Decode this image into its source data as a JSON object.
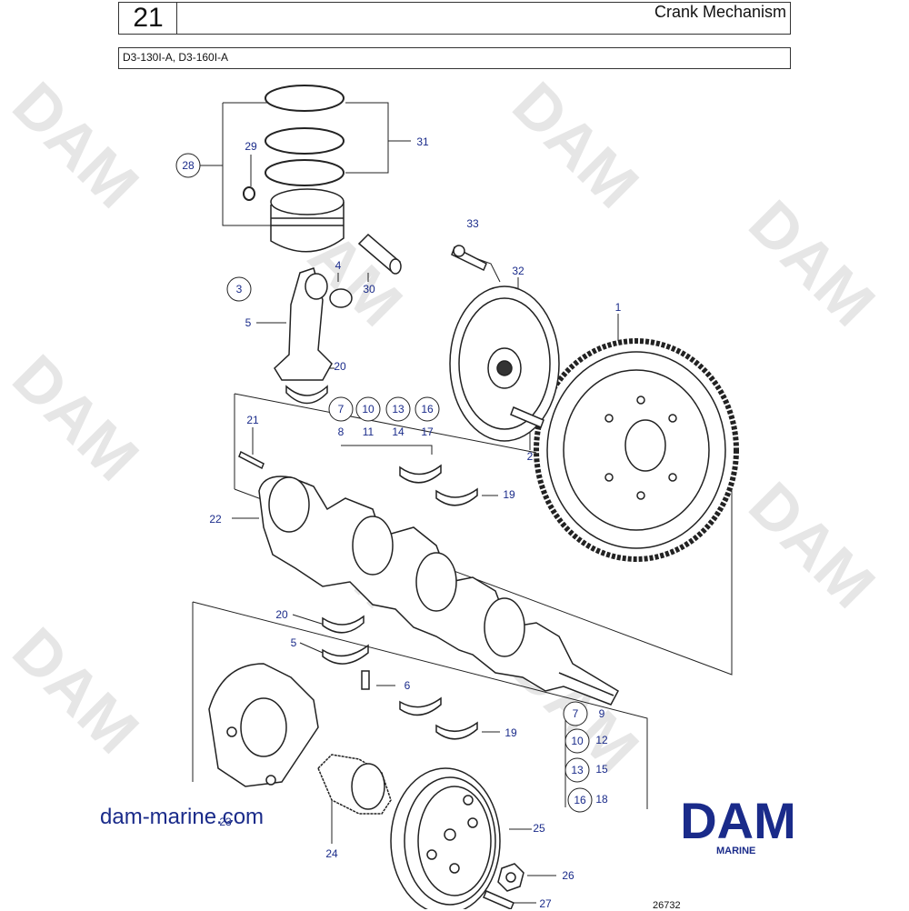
{
  "header": {
    "page_number": "21",
    "title": "Crank Mechanism",
    "models": "D3-130I-A, D3-160I-A"
  },
  "watermark": "DAM",
  "website": "dam-marine.com",
  "logo": {
    "main": "DAM",
    "sub": "MARINE",
    "color": "#1a2b8a"
  },
  "doc_number": "26732",
  "callouts": {
    "c1": "1",
    "c2": "2",
    "c3": "3",
    "c4": "4",
    "c5a": "5",
    "c5b": "5",
    "c6": "6",
    "c7a": "7",
    "c7b": "7",
    "c8": "8",
    "c9": "9",
    "c10a": "10",
    "c10b": "10",
    "c11": "11",
    "c12": "12",
    "c13a": "13",
    "c13b": "13",
    "c14": "14",
    "c15": "15",
    "c16a": "16",
    "c16b": "16",
    "c17": "17",
    "c18": "18",
    "c19a": "19",
    "c19b": "19",
    "c20a": "20",
    "c20b": "20",
    "c21": "21",
    "c22": "22",
    "c23": "23",
    "c24": "24",
    "c25": "25",
    "c26": "26",
    "c27": "27",
    "c28": "28",
    "c29": "29",
    "c30": "30",
    "c31": "31",
    "c32": "32",
    "c33": "33"
  }
}
